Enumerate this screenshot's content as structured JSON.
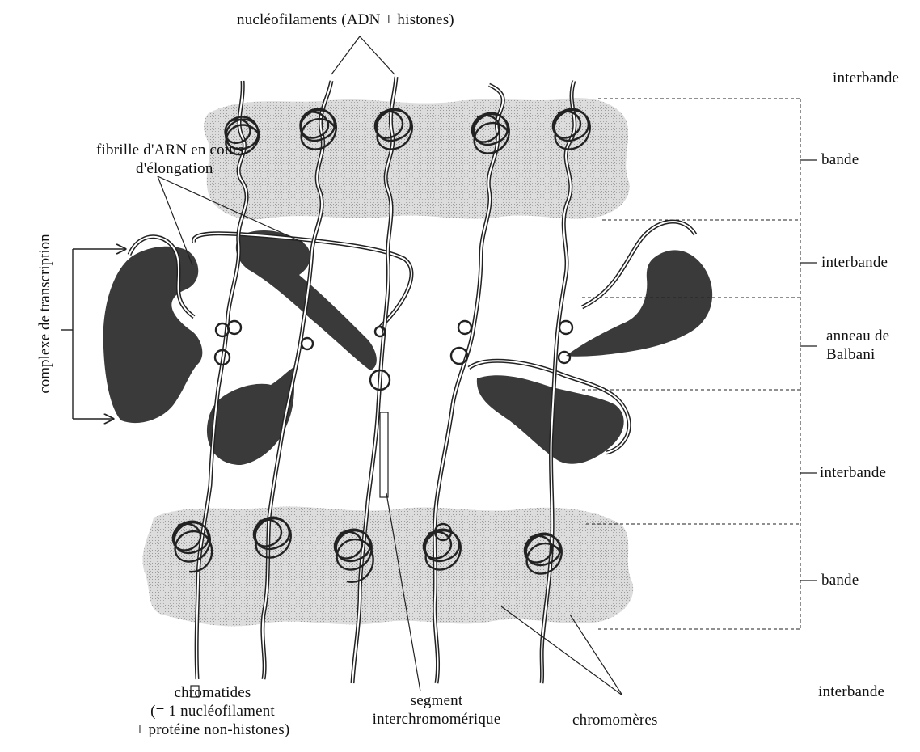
{
  "labels": {
    "nucleofilaments": "nucléofilaments (ADN + histones)",
    "fibrille_line1": "fibrille d'ARN en cours",
    "fibrille_line2": "d'élongation",
    "complexe": "complexe de transcription",
    "chromatides_line1": "chromatides",
    "chromatides_line2": "(= 1 nucléofilament",
    "chromatides_line3": "+ protéine non-histones)",
    "segment_line1": "segment",
    "segment_line2": "interchromomérique",
    "chromomeres": "chromomères"
  },
  "side_labels": {
    "interbande_1": "interbande",
    "bande_1": "bande",
    "interbande_2": "interbande",
    "anneau_line1": "anneau de",
    "anneau_line2": "Balbani",
    "interbande_3": "interbande",
    "bande_2": "bande",
    "interbande_4": "interbande"
  },
  "colors": {
    "band_fill": "#d2d2d2",
    "puff_fill": "#3c3c3c",
    "line": "#222222"
  }
}
